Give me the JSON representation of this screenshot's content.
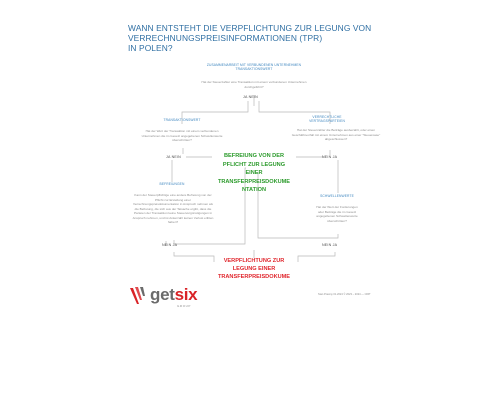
{
  "title": {
    "line1": "WANN ENTSTEHT DIE VERPFLICHTUNG ZUR LEGUNG VON",
    "line2": "VERRECHNUNGSPREISINFORMATIONEN (TPR)",
    "line3": "IN POLEN?"
  },
  "nodes": {
    "top": {
      "heading": "ZUSAMMENARBEIT MIT VERBUNDENEN UNTERNEHMEN TRANSAKTIONSWERT",
      "question": "Hat der Steuerzahler eine Transaktion mit einem verbundenen Unternehmen durchgeführt?"
    },
    "left": {
      "heading": "TRANSAKTIONSWERT",
      "question": "Hat der Wert der Transaktion mit einem verbundenen Unternehmen die im Gesetz angegebenen Schwellenwerte überschritten?"
    },
    "right": {
      "heading": "VERRECHTLICHE VERTRAGSPARTEIEN",
      "question": "Hat der Steuerzahler die Beiträge ausbezahlt, oder einen Geschäftsvorfall mit einem Unternehmen aus einer \"Steueroase\" abgeschlossen?"
    },
    "exempt": {
      "heading": "BEFREIUNGEN",
      "question": "Kann der Steuerpflichtige eine andere Befreiung von der Pflicht zur Erstellung einer Verrechnungspreisdokumentation in Anspruch nehmen als die Befreiung, die sich aus der Tatsache ergibt, dass die Parteien der Transaktion keine Steuervergünstigungen in Anspruch nehmen, und ist Ankerzahl keinen Verlust erlitten haben?"
    },
    "threshold": {
      "heading": "SCHWELLENWERTE",
      "question": "Hat der Wert der Forderungen oder Beiträge die im Gesetz angegebenen Schwellenwerte überschritten?"
    }
  },
  "answers": {
    "top": "JA   NEIN",
    "left": "JA   NEIN",
    "right": "NEIN   JA",
    "exempt": "NEIN   JA",
    "threshold": "NEIN   JA"
  },
  "results": {
    "exemption": [
      "BEFREIUNG VON DER",
      "PFLICHT ZUR LEGUNG",
      "EINER",
      "TRANSFERPREISDOKUME",
      "NTATION"
    ],
    "obligation": [
      "VERPFLICHTUNG ZUR",
      "LEGUNG EINER",
      "TRANSFERPREISDOKUME"
    ]
  },
  "logo": {
    "word_get": "get",
    "word_six": "six",
    "group": "GROUP"
  },
  "footer": "Stan Prawny 01.2024 © 2023 – 2024 — CIRT",
  "colors": {
    "title": "#2f6fa3",
    "heading": "#3b84be",
    "exemption": "#2b9a2b",
    "obligation": "#e0262d",
    "lines": "#b9b9b9"
  }
}
